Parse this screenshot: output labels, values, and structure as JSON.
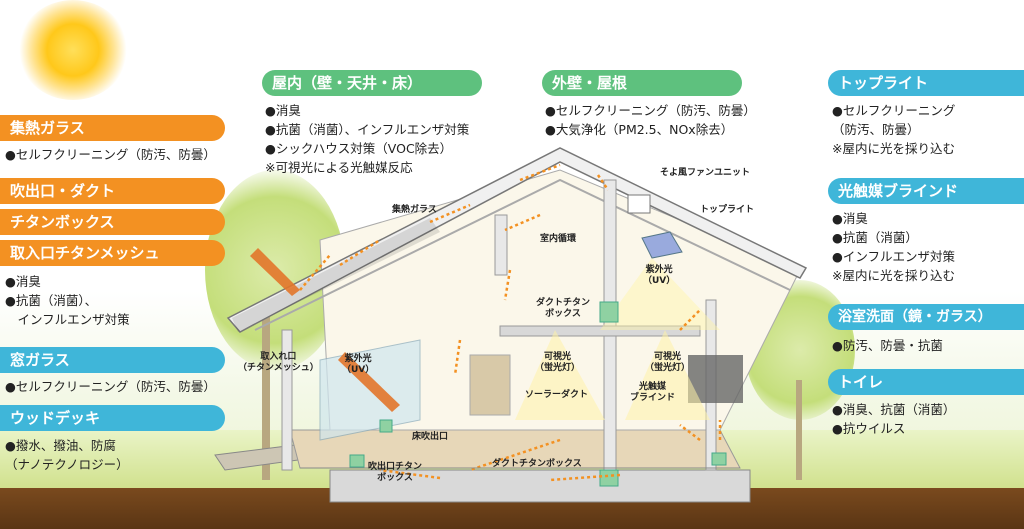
{
  "left": {
    "heat_glass": {
      "title": "集熱ガラス",
      "items": [
        "●セルフクリーニング（防汚、防曇）"
      ]
    },
    "outlet_duct": {
      "title": "吹出口・ダクト"
    },
    "titanium_box": {
      "title": "チタンボックス"
    },
    "intake_mesh": {
      "title": "取入口チタンメッシュ",
      "items": [
        "●消臭",
        "●抗菌（消菌）、",
        "　インフルエンザ対策"
      ]
    },
    "window_glass": {
      "title": "窓ガラス",
      "items": [
        "●セルフクリーニング（防汚、防曇）"
      ]
    },
    "wood_deck": {
      "title": "ウッドデッキ",
      "items": [
        "●撥水、撥油、防腐",
        "（ナノテクノロジー）"
      ]
    }
  },
  "center": {
    "interior": {
      "title": "屋内（壁・天井・床）",
      "items": [
        "●消臭",
        "●抗菌（消菌）、インフルエンザ対策",
        "●シックハウス対策（VOC除去）",
        "※可視光による光触媒反応"
      ]
    },
    "exterior": {
      "title": "外壁・屋根",
      "items": [
        "●セルフクリーニング（防汚、防曇）",
        "●大気浄化（PM2.5、NOx除去）"
      ]
    }
  },
  "right": {
    "toplight": {
      "title": "トップライト",
      "items": [
        "●セルフクリーニング",
        "（防汚、防曇）",
        "※屋内に光を採り込む"
      ]
    },
    "blind": {
      "title": "光触媒ブラインド",
      "items": [
        "●消臭",
        "●抗菌（消菌）",
        "●インフルエンザ対策",
        "※屋内に光を採り込む"
      ]
    },
    "bathroom": {
      "title": "浴室洗面（鏡・ガラス）",
      "items": [
        "●防汚、防曇・抗菌"
      ]
    },
    "toilet": {
      "title": "トイレ",
      "items": [
        "●消臭、抗菌（消菌）",
        "●抗ウイルス"
      ]
    }
  },
  "annotations": {
    "heat_glass": "集熱ガラス",
    "fan_unit": "そよ風ファンユニット",
    "toplight": "トップライト",
    "indoor_circ": "室内循環",
    "uv_top": "紫外光\n（UV）",
    "duct_box": "ダクトチタン\nボックス",
    "visible_left": "可視光\n（蛍光灯）",
    "visible_right": "可視光\n（蛍光灯）",
    "solar_duct": "ソーラーダクト",
    "photocat_blind": "光触媒\nブラインド",
    "intake": "取入れ口\n（チタンメッシュ）",
    "uv_left": "紫外光\n（UV）",
    "floor_outlet": "床吹出口",
    "outlet_box": "吹出口チタン\nボックス",
    "duct_box_bottom": "ダクトチタンボックス"
  },
  "colors": {
    "orange": "#f39122",
    "blue": "#3fb6d9",
    "green": "#5ec17e",
    "flow": "#f39122"
  }
}
